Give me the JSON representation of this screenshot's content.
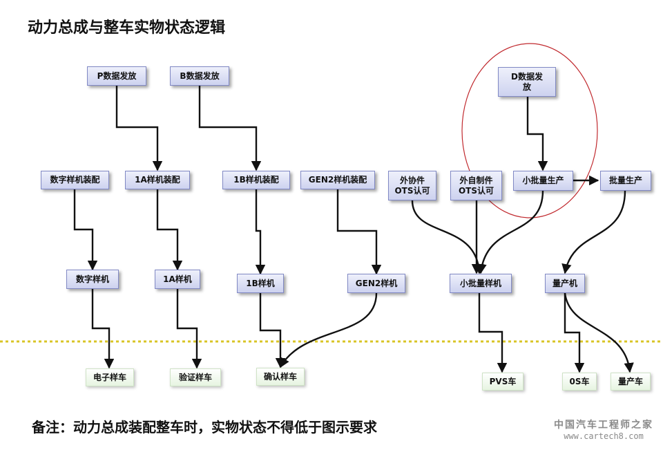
{
  "title": "动力总成与整车实物状态逻辑",
  "note": "备注：动力总成装配整车时，实物状态不得低于图示要求",
  "watermark": {
    "line1": "中国汽车工程师之家",
    "line2": "www.cartech8.com"
  },
  "nodes": {
    "p_release": "P数据发放",
    "b_release": "B数据发放",
    "d_release": "D数据发\n放",
    "digital_assy": "数字样机装配",
    "assy_1a": "1A样机装配",
    "assy_1b": "1B样机装配",
    "assy_gen2": "GEN2样机装配",
    "outsourced_ots": "外协件\nOTS认可",
    "inhouse_ots": "外自制件\nOTS认可",
    "small_batch_prod": "小批量生产",
    "mass_prod": "批量生产",
    "digital_proto": "数字样机",
    "proto_1a": "1A样机",
    "proto_1b": "1B样机",
    "proto_gen2": "GEN2样机",
    "small_batch_proto": "小批量样机",
    "mass_engine": "量产机",
    "electronic_car": "电子样车",
    "verification_car": "验证样车",
    "confirm_car": "确认样车",
    "pvs_car": "PVS车",
    "os_car": "0S车",
    "mass_car": "量产车"
  },
  "colors": {
    "box_fill": "#cdd2ef",
    "box_border": "#8088c4",
    "car_fill": "#e7f4e1",
    "divider": "#d9c526",
    "highlight": "#c0282d"
  }
}
